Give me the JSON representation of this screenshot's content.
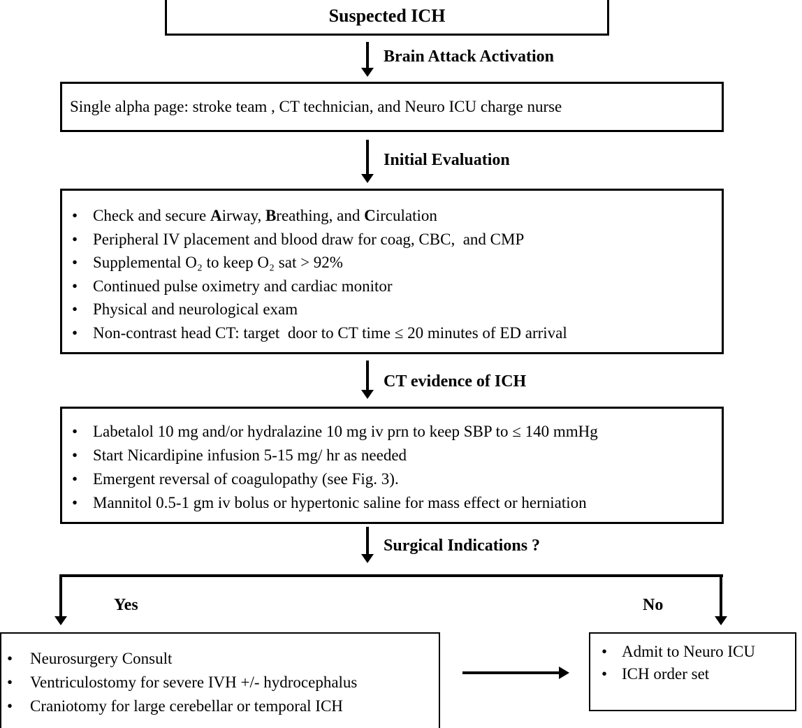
{
  "colors": {
    "ink": "#000000",
    "paper": "#ffffff"
  },
  "boxes": {
    "suspected": {
      "title": "Suspected ICH"
    },
    "alpha_page": {
      "text": "Single alpha page: stroke team , CT technician, and Neuro ICU charge nurse"
    },
    "initial_evaluation": {
      "bullets": [
        {
          "segments": [
            {
              "t": "Check and secure "
            },
            {
              "t": "A",
              "b": true
            },
            {
              "t": "irway, "
            },
            {
              "t": "B",
              "b": true
            },
            {
              "t": "reathing, and "
            },
            {
              "t": "C",
              "b": true
            },
            {
              "t": "irculation"
            }
          ]
        },
        "Peripheral IV placement and blood draw for coag, CBC,  and CMP",
        "Supplemental O₂ to keep O₂ sat > 92%",
        "Continued pulse oximetry and cardiac monitor",
        "Physical and neurological exam",
        "Non-contrast head CT: target  door to CT time ≤ 20 minutes of ED arrival"
      ]
    },
    "ct_management": {
      "bullets": [
        "Labetalol 10 mg and/or hydralazine 10 mg iv prn to keep SBP to ≤ 140 mmHg",
        "Start Nicardipine infusion 5-15 mg/ hr as needed",
        "Emergent reversal of coagulopathy (see Fig. 3).",
        "Mannitol 0.5-1 gm iv bolus or hypertonic saline for mass effect or herniation"
      ]
    },
    "surgical_yes": {
      "bullets": [
        "Neurosurgery Consult",
        "Ventriculostomy for severe IVH +/- hydrocephalus",
        "Craniotomy for large cerebellar or temporal ICH"
      ]
    },
    "surgical_no": {
      "bullets": [
        "Admit to Neuro ICU",
        "ICH order set"
      ]
    }
  },
  "arrow_labels": {
    "brain_attack": "Brain Attack Activation",
    "initial_evaluation": "Initial Evaluation",
    "ct_evidence": "CT evidence of ICH",
    "surgical_indications": "Surgical Indications ?",
    "yes": "Yes",
    "no": "No"
  }
}
